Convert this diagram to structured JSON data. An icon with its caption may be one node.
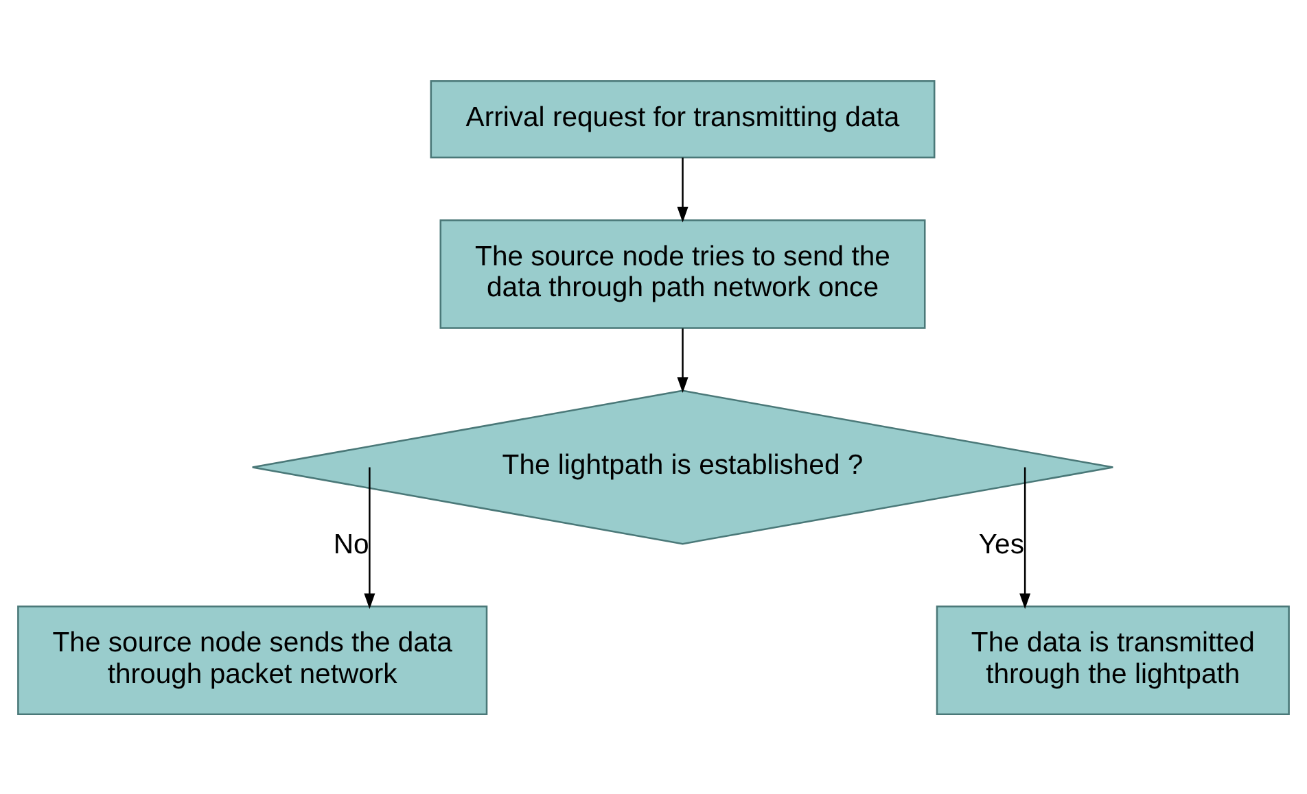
{
  "diagram": {
    "nodes": [
      {
        "text": [
          "Arrival request for transmitting data"
        ]
      },
      {
        "text": [
          "The source node tries to send the data through path network once"
        ]
      },
      {
        "text": [
          "The lightpath is established ?"
        ]
      },
      {
        "text": [
          "The source node sends the data through packet network"
        ]
      },
      {
        "text": [
          "The data is transmitted through the lightpath"
        ]
      }
    ],
    "edges": [
      {
        "from": 0,
        "to": 1,
        "arrow": "to"
      },
      {
        "from": 1,
        "to": 2,
        "arrow": "to"
      },
      {
        "from": 2,
        "to": 3,
        "arrow": "to",
        "label": "No"
      },
      {
        "from": 2,
        "to": 4,
        "arrow": "to",
        "label": "Yes"
      }
    ]
  }
}
